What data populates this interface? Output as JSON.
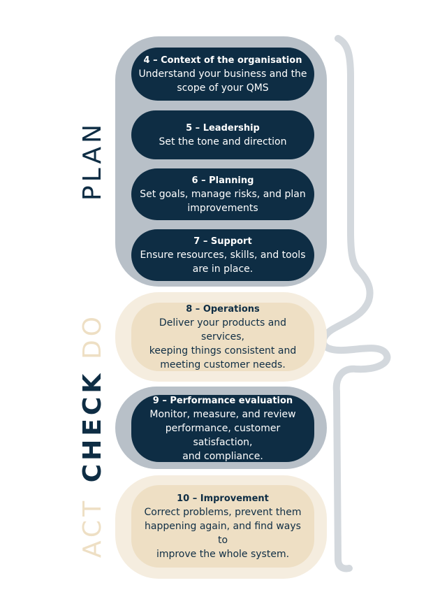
{
  "phases": {
    "plan": "PLAN",
    "do": "DO",
    "check": "CHECK",
    "act": "ACT"
  },
  "steps": [
    {
      "title": "4 – Context of the organisation",
      "desc_lines": [
        "Understand your business and the",
        "scope of your QMS"
      ]
    },
    {
      "title": "5 – Leadership",
      "desc_lines": [
        "Set the tone and direction"
      ]
    },
    {
      "title": "6 – Planning",
      "desc_lines": [
        "Set goals, manage risks, and plan",
        "improvements"
      ]
    },
    {
      "title": "7 – Support",
      "desc_lines": [
        "Ensure resources, skills, and tools",
        "are in place."
      ]
    },
    {
      "title": "8 – Operations",
      "desc_lines": [
        "Deliver your products and services,",
        "keeping things consistent and",
        "meeting customer needs."
      ]
    },
    {
      "title": "9 – Performance evaluation",
      "desc_lines": [
        "Monitor, measure, and review",
        "performance, customer satisfaction,",
        "and compliance."
      ]
    },
    {
      "title": "10 – Improvement",
      "desc_lines": [
        "Correct problems, prevent them",
        "happening again, and find ways to",
        "improve the whole system."
      ]
    }
  ],
  "colors": {
    "navy": "#0e2d44",
    "grey_band": "#b8c0c8",
    "beige_band": "#f5eddf",
    "beige_pill": "#eedfc4",
    "decor_line": "#d3d8dd"
  }
}
